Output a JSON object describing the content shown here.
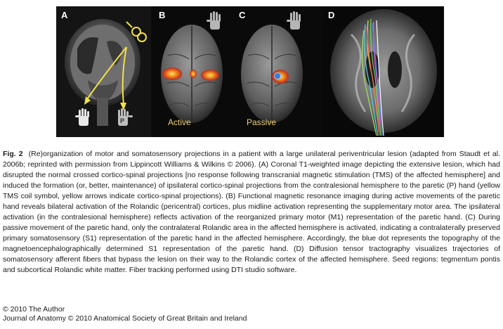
{
  "figure": {
    "panels": [
      {
        "label": "A"
      },
      {
        "label": "B",
        "condition": "Active"
      },
      {
        "label": "C",
        "condition": "Passive"
      },
      {
        "label": "D"
      }
    ],
    "hand_label": "P"
  },
  "caption": {
    "fig_label": "Fig. 2",
    "text": "(Re)organization of motor and somatosensory projections in a patient with a large unilateral periventricular lesion (adapted from Staudt et al. 2006b; reprinted with permission from Lippincott Williams & Wilkins © 2006). (A) Coronal T1-weighted image depicting the extensive lesion, which had disrupted the normal crossed cortico-spinal projections [no response following transcranial magnetic stimulation (TMS) of the affected hemisphere] and induced the formation (or, better, maintenance) of ipsilateral cortico-spinal projections from the contralesional hemisphere to the paretic (P) hand (yellow TMS coil symbol, yellow arrows indicate cortico-spinal projections). (B) Functional magnetic resonance imaging during active movements of the paretic hand reveals bilateral activation of the Rolandic (pericentral) cortices, plus midline activation representing the supplementary motor area. The ipsilateral activation (in the contralesional hemisphere) reflects activation of the reorganized primary motor (M1) representation of the paretic hand. (C) During passive movement of the paretic hand, only the contralateral Rolandic area in the affected hemisphere is activated, indicating a contralaterally preserved primary somatosensory (S1) representation of the paretic hand in the affected hemisphere. Accordingly, the blue dot represents the topography of the magnetoencephalographically determined S1 representation of the paretic hand. (D) Diffusion tensor tractography visualizes trajectories of somatosensory afferent fibers that bypass the lesion on their way to the Rolandic cortex of the affected hemisphere. Seed regions: tegmentum pontis and subcortical Rolandic white matter. Fiber tracking performed using DTI studio software."
  },
  "footer": {
    "line1": "© 2010 The Author",
    "line2": "Journal of Anatomy © 2010 Anatomical Society of Great Britain and Ireland"
  },
  "colors": {
    "figure_bg": "#0a0a0a",
    "arrow": "#f2e04a",
    "activation": "#e8501a",
    "s1_dot": "#3a7bd5",
    "condition_text": "#f0d070"
  }
}
